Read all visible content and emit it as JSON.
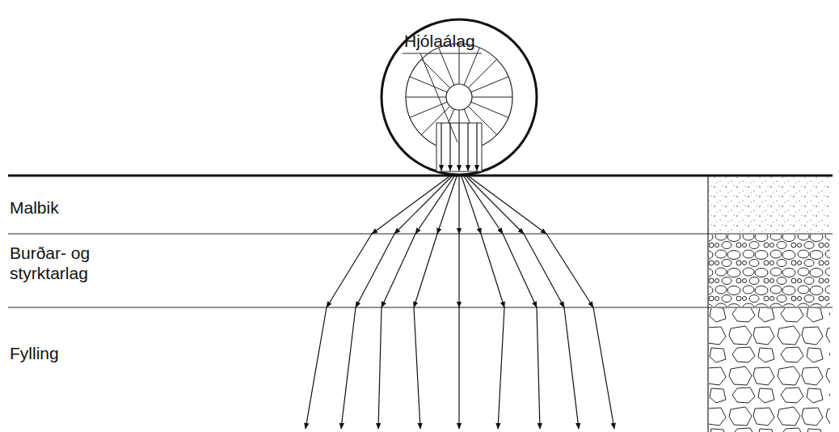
{
  "diagram": {
    "labels": [
      "Hjólaálag",
      "Malbik",
      "Burðar- og styrktarlag",
      "Fylling"
    ]
  }
}
